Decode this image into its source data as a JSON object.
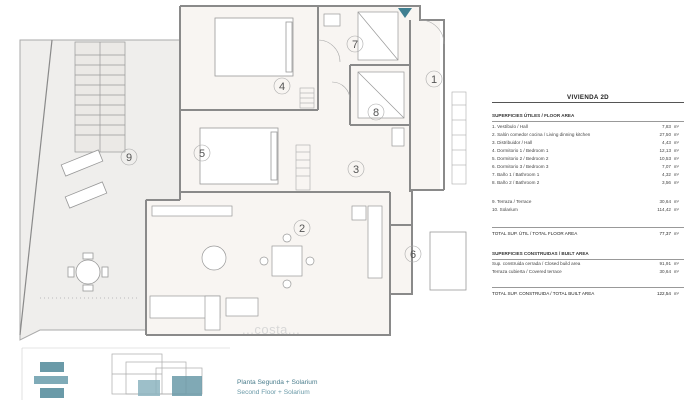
{
  "rooms": [
    {
      "id": "1",
      "label": "1"
    },
    {
      "id": "2",
      "label": "2"
    },
    {
      "id": "3",
      "label": "3"
    },
    {
      "id": "4",
      "label": "4"
    },
    {
      "id": "5",
      "label": "5"
    },
    {
      "id": "6",
      "label": "6"
    },
    {
      "id": "7",
      "label": "7"
    },
    {
      "id": "8",
      "label": "8"
    },
    {
      "id": "9",
      "label": "9"
    }
  ],
  "legend": {
    "title": "VIVIENDA 2D",
    "useful_header": "SUPERFICIES ÚTILES / FLOOR AREA",
    "useful_rows": [
      {
        "label": "1. Vestíbulo / Hall",
        "value": "7,83",
        "unit": "m²"
      },
      {
        "label": "2. Salón comedor cocina / Living dinning kitchen",
        "value": "27,50",
        "unit": "m²"
      },
      {
        "label": "3. Distribuidor / Hall",
        "value": "4,43",
        "unit": "m²"
      },
      {
        "label": "4. Dormitorio 1 / Bedroom 1",
        "value": "12,13",
        "unit": "m²"
      },
      {
        "label": "5. Dormitorio 2 / Bedroom 2",
        "value": "10,53",
        "unit": "m²"
      },
      {
        "label": "6. Dormitorio 3 / Bedroom 3",
        "value": "7,07",
        "unit": "m²"
      },
      {
        "label": "7. Baño 1 / Bathroom 1",
        "value": "4,32",
        "unit": "m²"
      },
      {
        "label": "8. Baño 2 / Bathroom 2",
        "value": "3,56",
        "unit": "m²"
      }
    ],
    "outdoor_rows": [
      {
        "label": "9. Terraza / Terrace",
        "value": "30,64",
        "unit": "m²"
      },
      {
        "label": "10. Solarium",
        "value": "114,42",
        "unit": "m²"
      }
    ],
    "total_useful": {
      "label": "TOTAL SUP. ÚTIL / TOTAL FLOOR AREA",
      "value": "77,37",
      "unit": "m²"
    },
    "built_header": "SUPERFICIES CONSTRUIDAS / BUILT AREA",
    "built_rows": [
      {
        "label": "Sup. construida cerrada / Closed build area",
        "value": "91,91",
        "unit": "m²"
      },
      {
        "label": "Terraza cubierta / Covered terrace",
        "value": "30,64",
        "unit": "m²"
      }
    ],
    "total_built": {
      "label": "TOTAL SUP. CONSTRUIDA / TOTAL BUILT AREA",
      "value": "122,54",
      "unit": "m²"
    }
  },
  "caption": {
    "es": "Planta Segunda + Solarium",
    "en": "Second Floor + Solarium"
  },
  "watermark": "...costa...",
  "colors": {
    "wall": "#8a8a8a",
    "room_fill": "#f8f5f2",
    "terrace_fill": "#efeeec",
    "accent": "#3f7f91"
  }
}
